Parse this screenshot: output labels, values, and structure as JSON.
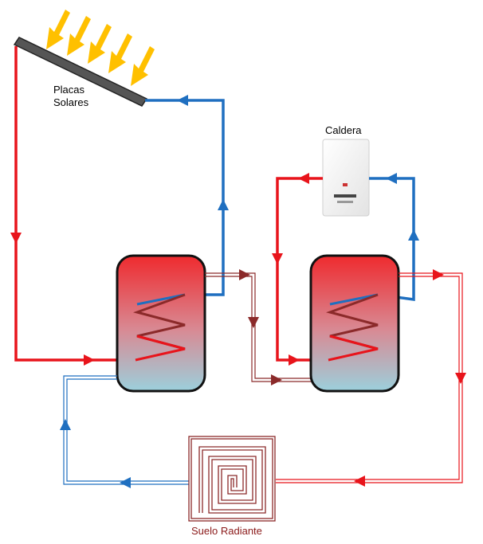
{
  "labels": {
    "solar_panels_line1": "Placas",
    "solar_panels_line2": "Solares",
    "boiler": "Caldera",
    "floor_heating": "Suelo Radiante"
  },
  "colors": {
    "hot": "#e8141b",
    "cold": "#1f6fc0",
    "return": "#8b2a2a",
    "sun": "#ffc000",
    "floor_heating_label": "#8b1a1a",
    "panel": "#555555"
  },
  "icons": [
    "sun-rays-icon",
    "solar-panel-icon",
    "boiler-icon",
    "tank-icon",
    "floor-heating-coil-icon"
  ]
}
